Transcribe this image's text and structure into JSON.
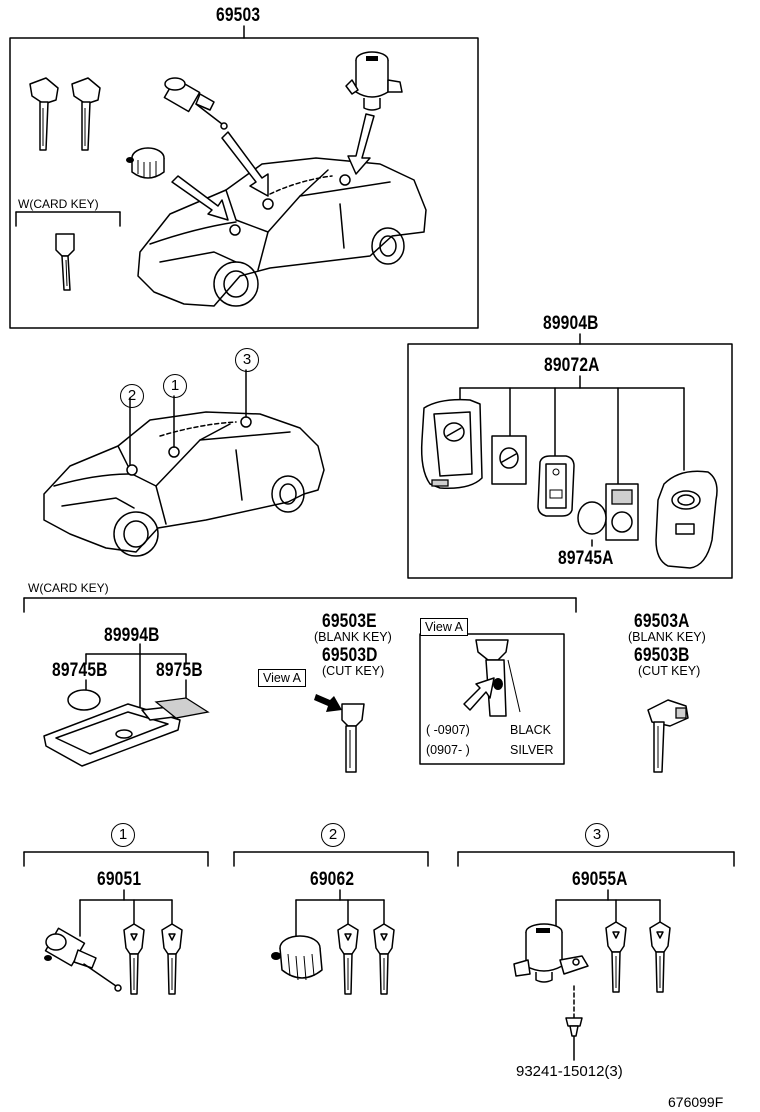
{
  "labels": {
    "p69503": "69503",
    "p89904B": "89904B",
    "p89072A": "89072A",
    "p89745A": "89745A",
    "card_top": "W(CARD KEY)",
    "card_mid": "W(CARD KEY)",
    "p89994B": "89994B",
    "p89745B": "89745B",
    "p8975B": "8975B",
    "p69503E": "69503E",
    "p69503E_note": "(BLANK KEY)",
    "p69503D": "69503D",
    "p69503D_note": "(CUT KEY)",
    "p69503A": "69503A",
    "p69503A_note": "(BLANK KEY)",
    "p69503B": "69503B",
    "p69503B_note": "(CUT KEY)",
    "p69051": "69051",
    "p69062": "69062",
    "p69055A": "69055A",
    "p93241": "93241-15012(3)",
    "drawing_code": "676099F"
  },
  "view_a": {
    "tag_left": "View A",
    "tag_box": "View A",
    "row1_range": "(      -0907)",
    "row1_color": "BLACK",
    "row2_range": "(0907-      )",
    "row2_color": "SILVER"
  },
  "callouts": [
    "1",
    "2",
    "3"
  ]
}
